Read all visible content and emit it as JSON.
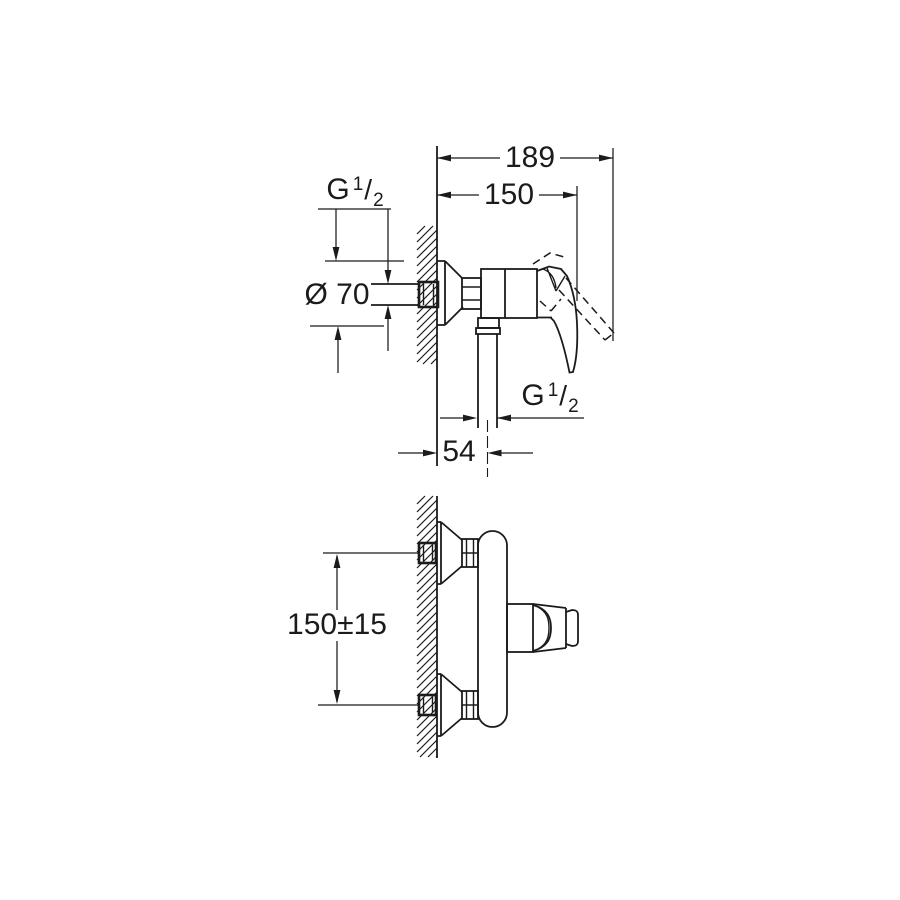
{
  "meta": {
    "background": "#ffffff",
    "ink": "#1b1b1b"
  },
  "drawing": {
    "kind": "dimensional-diagram",
    "views": {
      "side_view": "wall-mounted-single-lever-shower-mixer-side",
      "plan_view": "wall-mounted-single-lever-shower-mixer-plan"
    }
  },
  "dims": {
    "overall_width": "189",
    "wall_to_handle": "150",
    "escutcheon_diameter": "Ø 70",
    "outlet_offset": "54",
    "inlet_spacing": "150±15",
    "thread_top": {
      "g": "G",
      "num": "1",
      "slash": "/",
      "den": "2"
    },
    "thread_bottom": {
      "g": "G",
      "num": "1",
      "slash": "/",
      "den": "2"
    }
  }
}
